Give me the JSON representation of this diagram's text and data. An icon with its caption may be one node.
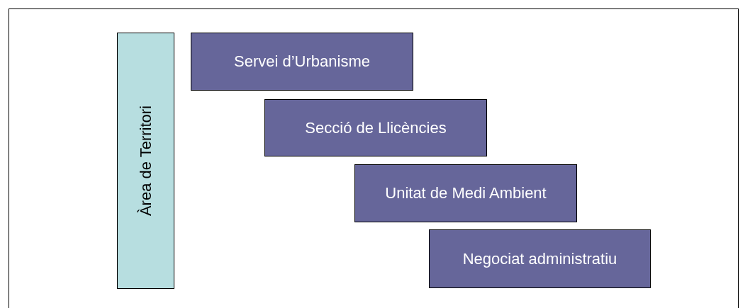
{
  "diagram": {
    "nodes": [
      {
        "text": [
          "Àrea de Territori"
        ]
      },
      {
        "text": [
          "Servei d’Urbanisme"
        ]
      },
      {
        "text": [
          "Secció de Llicències"
        ]
      },
      {
        "text": [
          "Unitat de Medi Ambient"
        ]
      },
      {
        "text": [
          "Negociat administratiu"
        ]
      }
    ]
  }
}
